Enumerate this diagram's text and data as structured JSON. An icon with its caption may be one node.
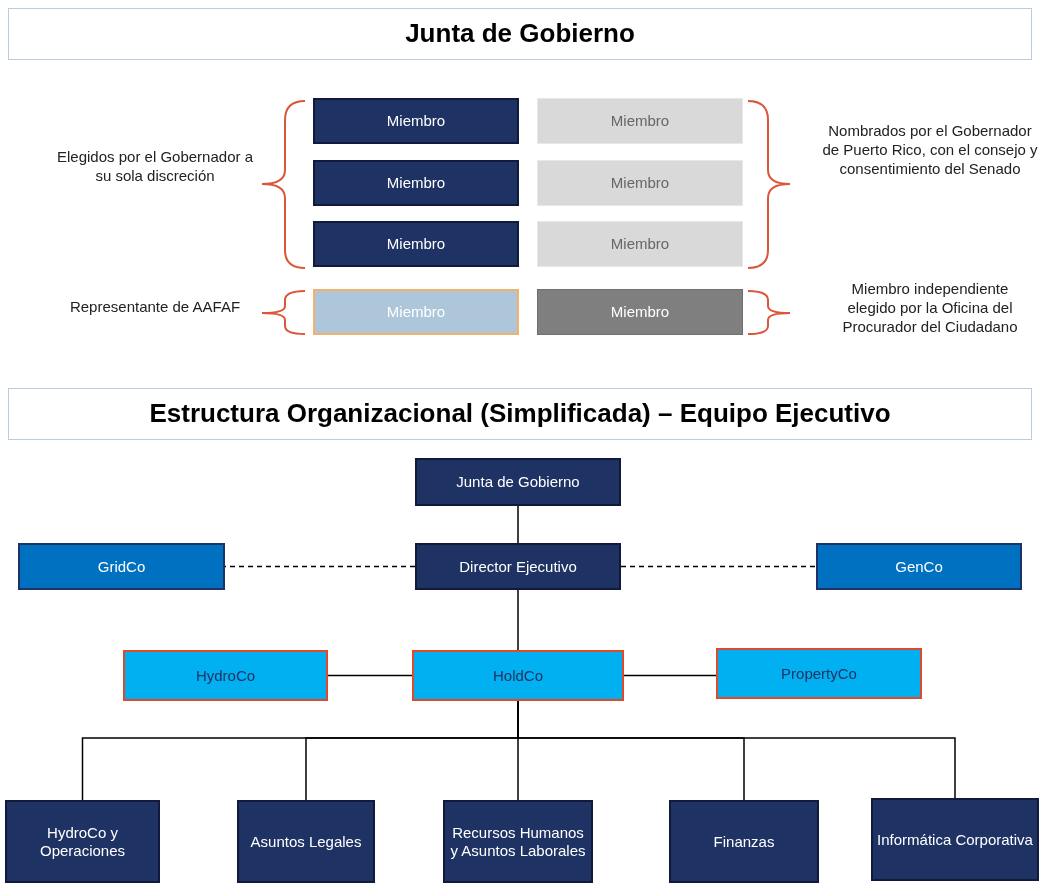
{
  "diagram": {
    "nodes": [
      {
        "text": [
          "Junta de Gobierno"
        ]
      },
      {
        "text": [
          "Miembro"
        ]
      },
      {
        "text": [
          "Miembro"
        ]
      },
      {
        "text": [
          "Miembro"
        ]
      },
      {
        "text": [
          "Miembro"
        ]
      },
      {
        "text": [
          "Miembro"
        ]
      },
      {
        "text": [
          "Miembro"
        ]
      },
      {
        "text": [
          "Miembro"
        ]
      },
      {
        "text": [
          "Miembro"
        ]
      },
      {
        "text": [
          "Estructura Organizacional (Simplificada) – Equipo Ejecutivo"
        ]
      },
      {
        "text": [
          "Junta de Gobierno"
        ]
      },
      {
        "text": [
          "GridCo"
        ]
      },
      {
        "text": [
          "Director Ejecutivo"
        ]
      },
      {
        "text": [
          "GenCo"
        ]
      },
      {
        "text": [
          "HydroCo"
        ]
      },
      {
        "text": [
          "HoldCo"
        ]
      },
      {
        "text": [
          "PropertyCo"
        ]
      },
      {
        "text": [
          "HydroCo y Operaciones"
        ]
      },
      {
        "text": [
          "Asuntos Legales"
        ]
      },
      {
        "text": [
          "Recursos Humanos y Asuntos Laborales"
        ]
      },
      {
        "text": [
          "Finanzas"
        ]
      },
      {
        "text": [
          "Informática Corporativa"
        ]
      }
    ],
    "edges": [
      {
        "from": 10,
        "to": 12,
        "arrow": "none"
      },
      {
        "from": 12,
        "to": 11,
        "arrow": "none",
        "style": "dashed"
      },
      {
        "from": 12,
        "to": 13,
        "arrow": "none",
        "style": "dashed"
      },
      {
        "from": 12,
        "to": 15,
        "arrow": "none"
      },
      {
        "from": 15,
        "to": 14,
        "arrow": "none"
      },
      {
        "from": 15,
        "to": 16,
        "arrow": "none"
      },
      {
        "from": 15,
        "to": 17,
        "arrow": "none"
      },
      {
        "from": 15,
        "to": 18,
        "arrow": "none"
      },
      {
        "from": 15,
        "to": 19,
        "arrow": "none"
      },
      {
        "from": 15,
        "to": 20,
        "arrow": "none"
      },
      {
        "from": 15,
        "to": 21,
        "arrow": "none"
      }
    ],
    "labels": [
      "Elegidos por el Gobernador a su sola discreción",
      "Nombrados por el Gobernador de Puerto Rico, con el consejo y consentimiento del Senado",
      "Representante de AAFAF",
      "Miembro independiente elegido por la Oficina del Procurador del Ciudadano"
    ]
  }
}
